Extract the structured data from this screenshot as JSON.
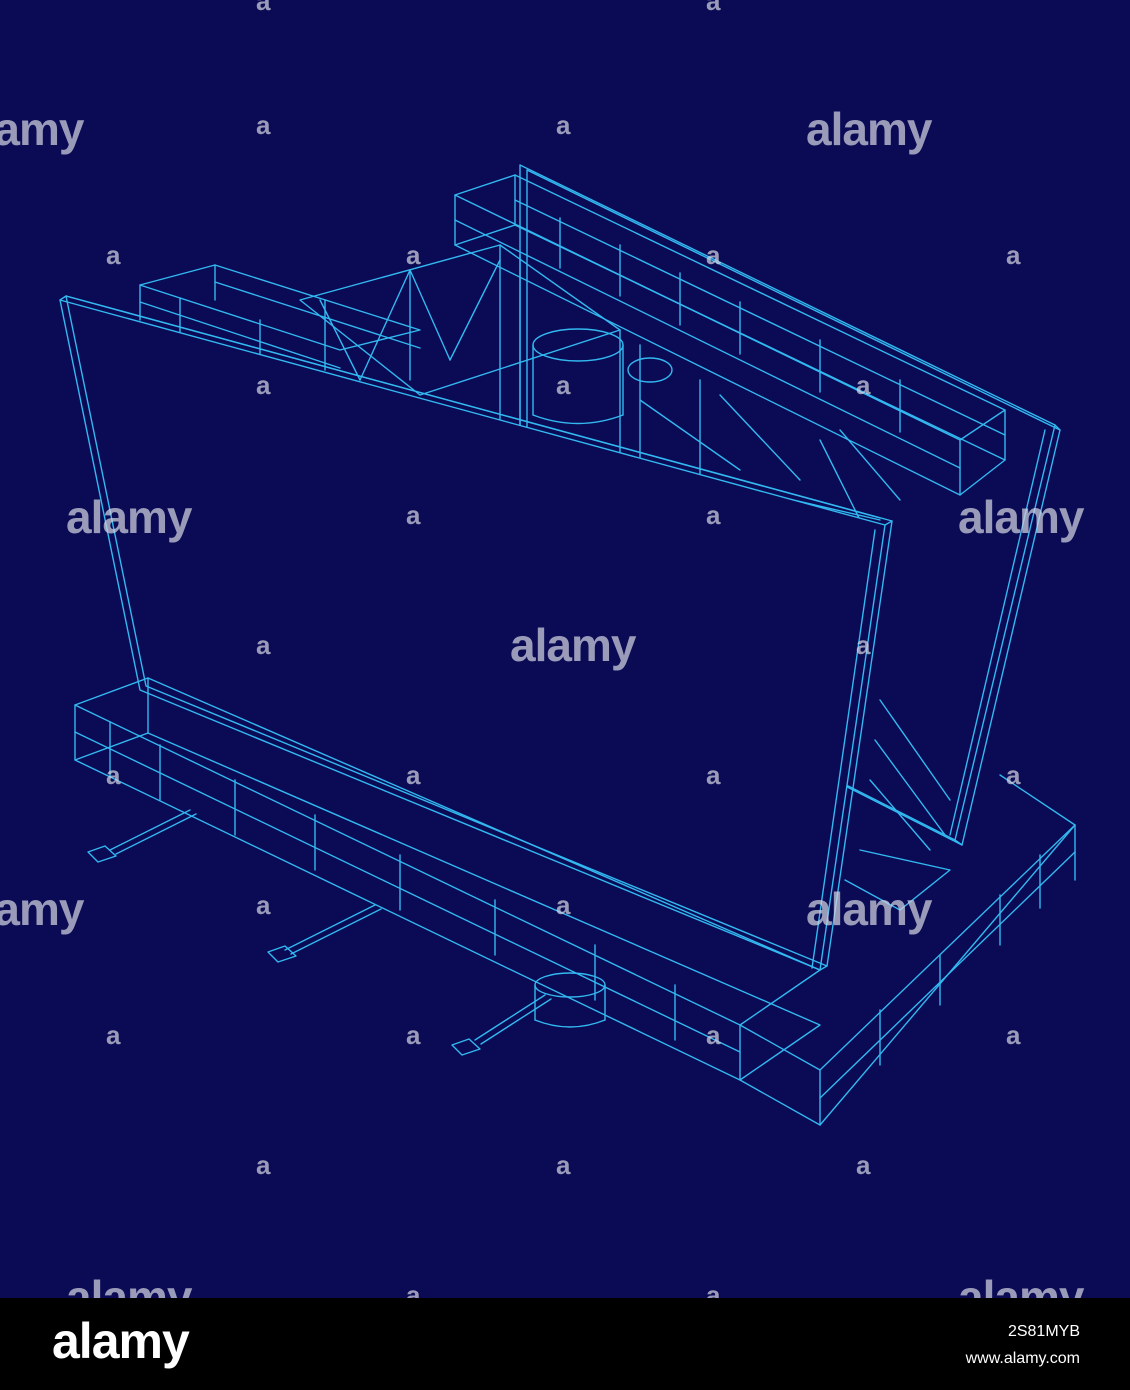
{
  "watermark": {
    "brand": "alamy",
    "letter": "a"
  },
  "footer": {
    "logo": "alamy",
    "image_id": "2S81MYB",
    "url": "www.alamy.com"
  },
  "colors": {
    "background": "#0a0a55",
    "wireframe": "#33b8f0",
    "footer": "#000000"
  }
}
